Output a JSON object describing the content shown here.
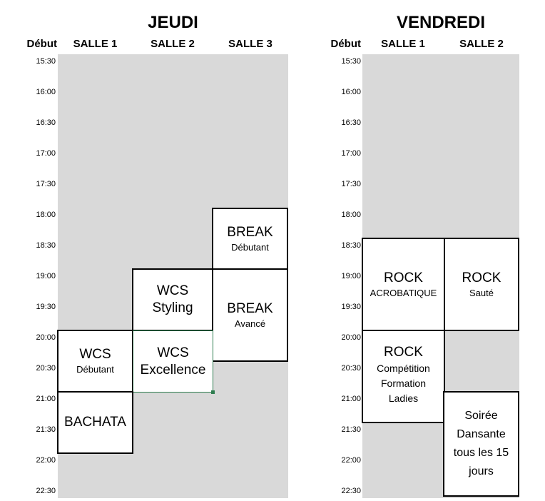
{
  "days": [
    {
      "title": "JEUDI",
      "start_header": "Début",
      "rooms": [
        "SALLE 1",
        "SALLE 2",
        "SALLE 3"
      ],
      "times": [
        "15:30",
        "16:00",
        "16:30",
        "17:00",
        "17:30",
        "18:00",
        "18:30",
        "19:00",
        "19:30",
        "20:00",
        "20:30",
        "21:00",
        "21:30",
        "22:00",
        "22:30"
      ],
      "classes": [
        {
          "title": "BREAK",
          "subtitle": "Débutant",
          "room": "SALLE 3",
          "start": "18:00",
          "end": "19:00"
        },
        {
          "title": "WCS",
          "subtitle": "Styling",
          "room": "SALLE 2",
          "start": "19:00",
          "end": "20:00"
        },
        {
          "title": "BREAK",
          "subtitle": "Avancé",
          "room": "SALLE 3",
          "start": "19:00",
          "end": "20:30"
        },
        {
          "title": "WCS",
          "subtitle": "Débutant",
          "room": "SALLE 1",
          "start": "20:00",
          "end": "21:00"
        },
        {
          "title": "WCS",
          "subtitle": "Excellence",
          "room": "SALLE 2",
          "start": "20:00",
          "end": "21:00"
        },
        {
          "title": "BACHATA",
          "subtitle": "",
          "room": "SALLE 1",
          "start": "21:00",
          "end": "22:00"
        }
      ]
    },
    {
      "title": "VENDREDI",
      "start_header": "Début",
      "rooms": [
        "SALLE 1",
        "SALLE 2"
      ],
      "times": [
        "15:30",
        "16:00",
        "16:30",
        "17:00",
        "17:30",
        "18:00",
        "18:30",
        "19:00",
        "19:30",
        "20:00",
        "20:30",
        "21:00",
        "21:30",
        "22:00",
        "22:30"
      ],
      "classes": [
        {
          "title": "ROCK",
          "subtitle": "ACROBATIQUE",
          "room": "SALLE 1",
          "start": "18:30",
          "end": "20:00"
        },
        {
          "title": "ROCK",
          "subtitle": "Sauté",
          "room": "SALLE 2",
          "start": "18:30",
          "end": "20:00"
        },
        {
          "title": "ROCK",
          "subtitle": "Compétition Formation Ladies",
          "room": "SALLE 1",
          "start": "20:00",
          "end": "21:30"
        },
        {
          "title": "Soirée Dansante tous les 15 jours",
          "subtitle": "",
          "room": "SALLE 2",
          "start": "21:00",
          "end": "22:30"
        }
      ]
    }
  ],
  "colors": {
    "empty_slot": "#d9d9d9",
    "block_border": "#000000",
    "selected_border": "#2e7d4f"
  }
}
